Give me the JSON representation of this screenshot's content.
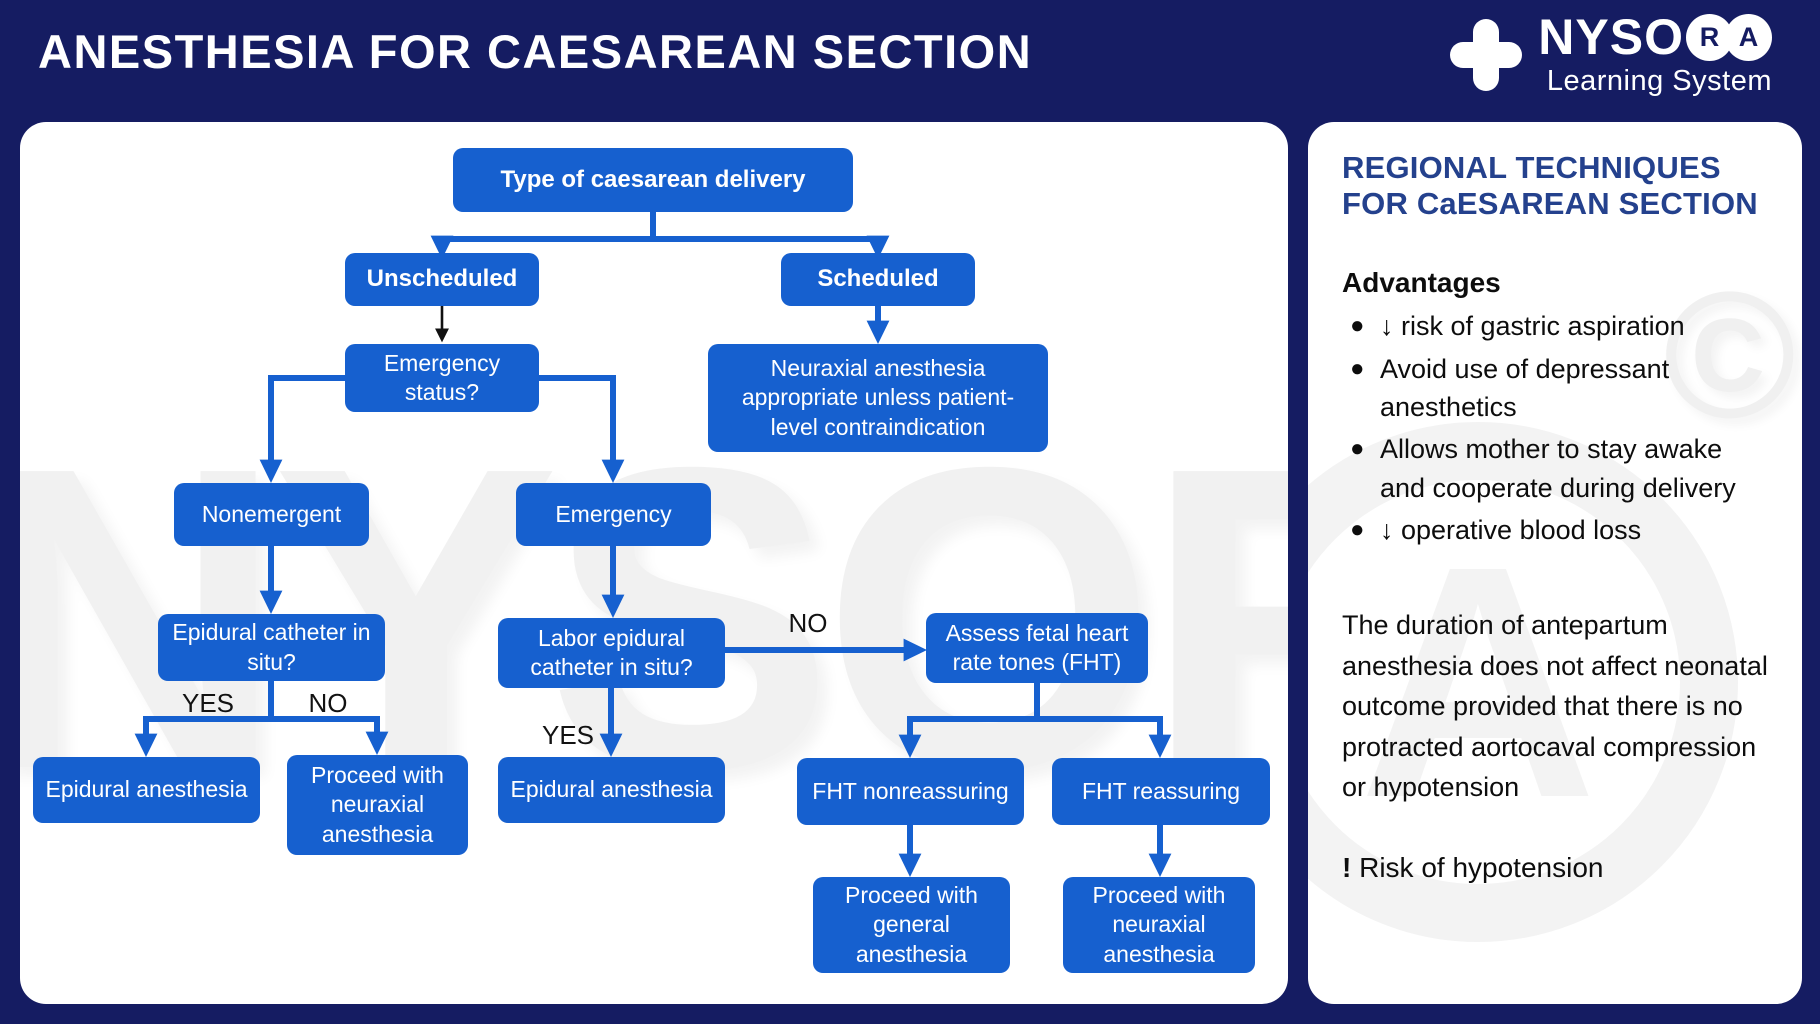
{
  "header": {
    "title": "ANESTHESIA FOR CAESAREAN SECTION"
  },
  "logo": {
    "name_plain": "NYSO",
    "circle_letters": [
      "R",
      "A"
    ],
    "subtitle": "Learning System"
  },
  "watermark": {
    "text": "NYSORA",
    "copyright": "©",
    "circle_letter": "A"
  },
  "flowchart": {
    "nodes": {
      "type_delivery": "Type of caesarean delivery",
      "unscheduled": "Unscheduled",
      "scheduled": "Scheduled",
      "emergency_status": "Emergency status?",
      "neuraxial_appropriate": "Neuraxial anesthesia appropriate unless patient-level contraindication",
      "nonemergent": "Nonemergent",
      "emergency": "Emergency",
      "epidural_catheter": "Epidural catheter in situ?",
      "labor_epidural": "Labor epidural catheter in situ?",
      "assess_fht": "Assess fetal heart rate tones (FHT)",
      "epidural_anesthesia_1": "Epidural anesthesia",
      "proceed_neuraxial_1": "Proceed with neuraxial anesthesia",
      "epidural_anesthesia_2": "Epidural anesthesia",
      "fht_nonreassuring": "FHT nonreassuring",
      "fht_reassuring": "FHT reassuring",
      "proceed_general": "Proceed with general anesthesia",
      "proceed_neuraxial_2": "Proceed with neuraxial anesthesia"
    },
    "edge_labels": {
      "yes1": "YES",
      "no1": "NO",
      "yes2": "YES",
      "no2": "NO"
    }
  },
  "sidebar": {
    "title": "REGIONAL TECHNIQUES FOR CaESAREAN SECTION",
    "advantages_heading": "Advantages",
    "bullets": [
      "↓ risk of gastric aspiration",
      "Avoid use of depressant anesthetics",
      "Allows mother to stay awake and cooperate during delivery",
      "↓ operative blood loss"
    ],
    "paragraph": "The duration of antepartum anesthesia does not affect neonatal outcome provided that there is no protracted aortocaval compression or hypotension",
    "warning_prefix": "!",
    "warning_text": " Risk of hypotension"
  },
  "colors": {
    "background": "#151C62",
    "box_blue": "#1660CF",
    "sidebar_title_blue": "#24418D"
  }
}
